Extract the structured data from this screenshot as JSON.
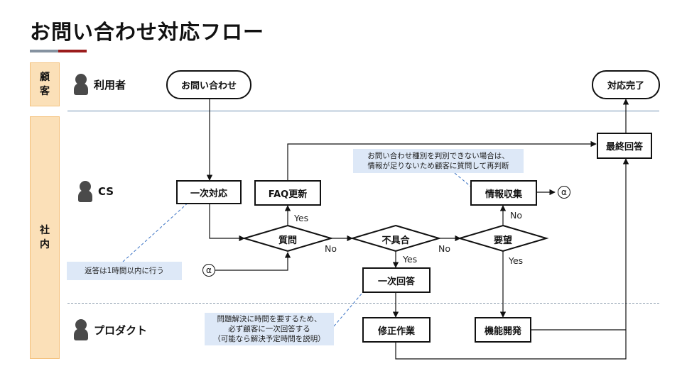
{
  "title": "お問い合わせ対応フロー",
  "lanes": {
    "customer": {
      "tab_line1": "顧",
      "tab_line2": "客",
      "actor": "利用者"
    },
    "internal": {
      "tab_line1": "社",
      "tab_line2": "内",
      "actor_cs": "CS",
      "actor_product": "プロダクト"
    }
  },
  "nodes": {
    "inquiry": "お問い合わせ",
    "done": "対応完了",
    "final_answer": "最終回答",
    "first_response": "一次対応",
    "faq_update": "FAQ更新",
    "info_gathering": "情報収集",
    "question": "質問",
    "defect": "不具合",
    "request": "要望",
    "first_answer": "一次回答",
    "fix_work": "修正作業",
    "feature_dev": "機能開発"
  },
  "edge_labels": {
    "question_yes": "Yes",
    "question_no": "No",
    "defect_yes": "Yes",
    "defect_no": "No",
    "request_yes": "Yes",
    "request_no": "No"
  },
  "connectors": {
    "alpha_out": "α",
    "alpha_in": "α"
  },
  "notes": {
    "reply_time": "返答は1時間以内に行う",
    "info_line1": "お問い合わせ種別を判別できない場合は、",
    "info_line2": "情報が足りないため顧客に質問して再判断",
    "fix_line1": "問題解決に時間を要するため、",
    "fix_line2": "必ず顧客に一次回答する",
    "fix_line3": "（可能なら解決予定時間を説明）"
  },
  "colors": {
    "lane_tab_fill": "#fbe0b8",
    "note_fill": "#dde8f7",
    "accent_red": "#9b1c1c",
    "accent_gray": "#8592a0",
    "callout_line": "#3b73c4"
  }
}
